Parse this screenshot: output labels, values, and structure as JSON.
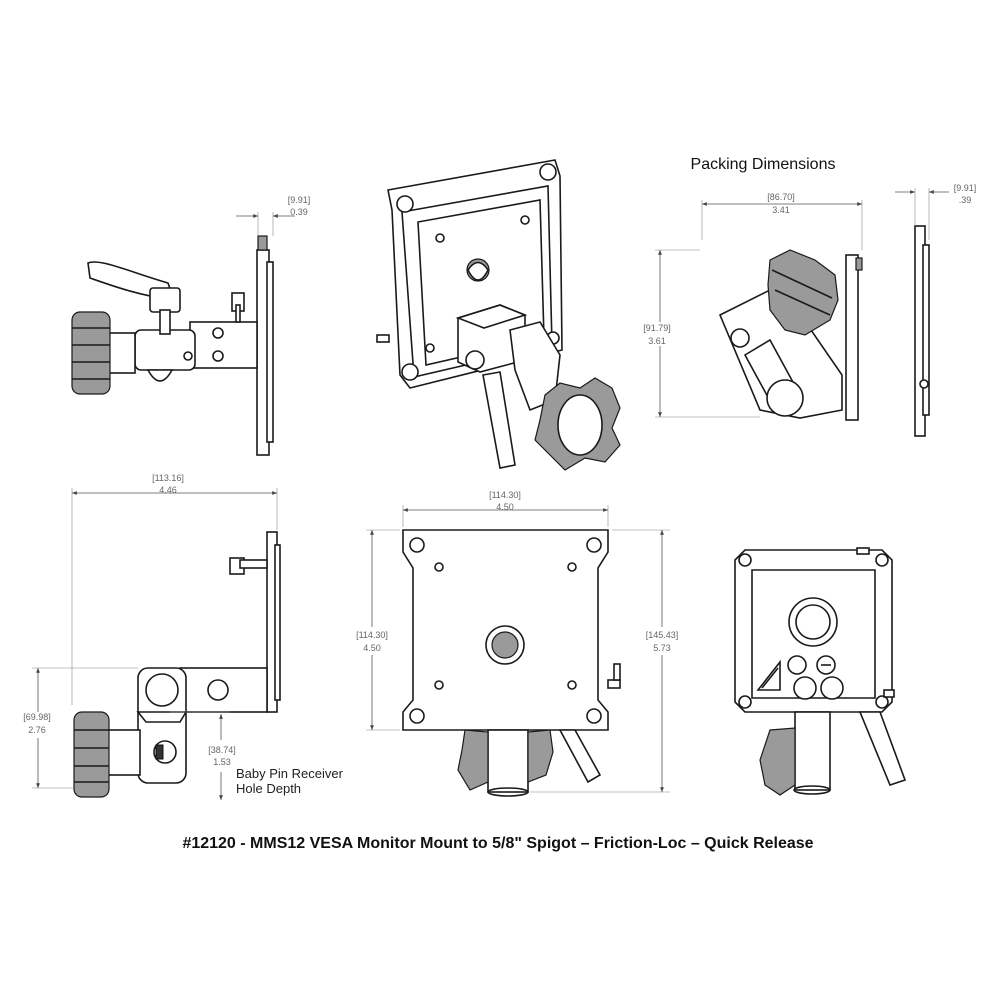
{
  "caption": "#12120 - MMS12 VESA Monitor Mount to 5/8\" Spigot – Friction-Loc – Quick Release",
  "packing": {
    "heading": "Packing Dimensions",
    "width_mm": "[86.70]",
    "width_in": "3.41",
    "height_mm": "[91.79]",
    "height_in": "3.61",
    "depth_mm": "[9.91]",
    "depth_in": ".39"
  },
  "side_view": {
    "thickness_mm": "[9.91]",
    "thickness_in": "0.39"
  },
  "dim_view": {
    "depth_mm": "[113.16]",
    "depth_in": "4.46",
    "height_mm": "[69.98]",
    "height_in": "2.76",
    "hole_mm": "[38.74]",
    "hole_in": "1.53",
    "note_line1": "Baby Pin Receiver",
    "note_line2": "Hole Depth"
  },
  "front_view": {
    "width_mm": "[114.30]",
    "width_in": "4.50",
    "vesa_mm": "[114.30]",
    "vesa_in": "4.50",
    "height_mm": "[145.43]",
    "height_in": "5.73"
  },
  "back_view": {},
  "iso_view": {}
}
